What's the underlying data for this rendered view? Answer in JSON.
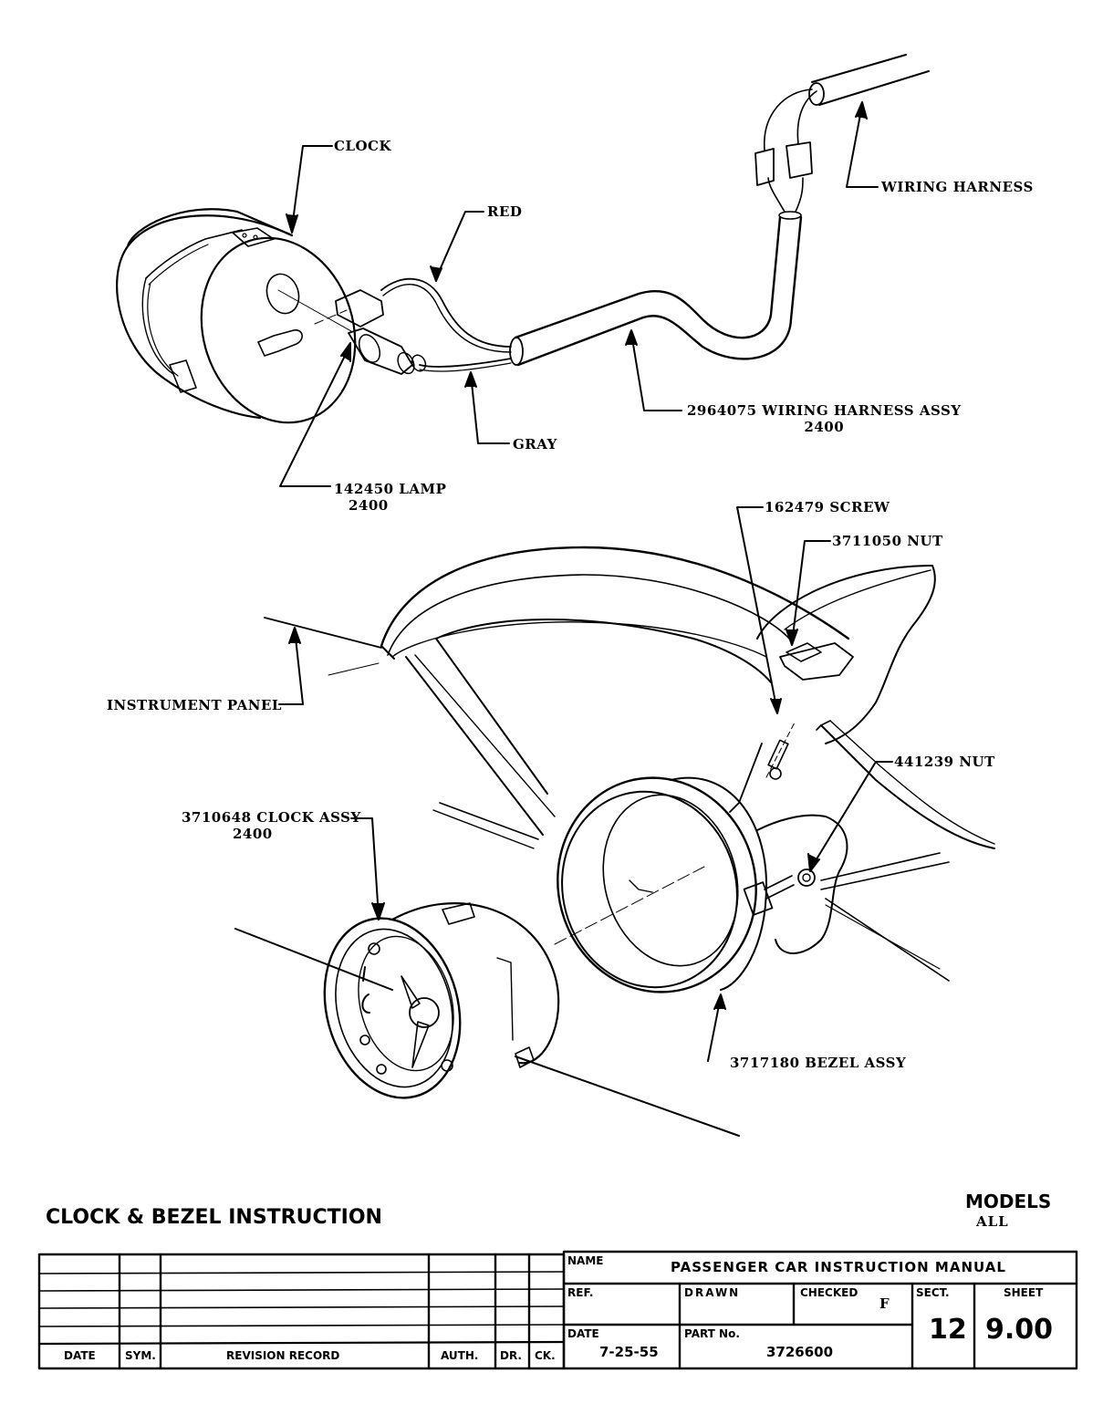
{
  "document": {
    "title": "CLOCK & BEZEL INSTRUCTION",
    "models_label": "MODELS",
    "models_value": "ALL"
  },
  "callouts": {
    "clock": "CLOCK",
    "red": "RED",
    "wiring_harness": "WIRING HARNESS",
    "wiring_harness_assy": "2964075 WIRING HARNESS ASSY",
    "wiring_harness_assy_group": "2400",
    "gray": "GRAY",
    "lamp": "142450  LAMP",
    "lamp_group": "2400",
    "screw": "162479 SCREW",
    "nut_upper": "3711050 NUT",
    "instrument_panel": "INSTRUMENT PANEL",
    "nut_lower": "441239 NUT",
    "clock_assy": "3710648 CLOCK ASSY",
    "clock_assy_group": "2400",
    "bezel_assy": "3717180  BEZEL ASSY"
  },
  "revision_table": {
    "headers": [
      "DATE",
      "SYM.",
      "REVISION RECORD",
      "AUTH.",
      "DR.",
      "CK."
    ],
    "rows": [
      [
        "",
        "",
        "",
        "",
        "",
        ""
      ],
      [
        "",
        "",
        "",
        "",
        "",
        ""
      ],
      [
        "",
        "",
        "",
        "",
        "",
        ""
      ],
      [
        "",
        "",
        "",
        "",
        "",
        ""
      ],
      [
        "",
        "",
        "",
        "",
        "",
        ""
      ]
    ]
  },
  "title_block": {
    "name_label": "NAME",
    "name_value": "PASSENGER  CAR  INSTRUCTION  MANUAL",
    "ref_label": "REF.",
    "ref_value": "",
    "drawn_label": "DRAWN",
    "drawn_value": "",
    "checked_label": "CHECKED",
    "checked_value": "F",
    "date_label": "DATE",
    "date_value": "7-25-55",
    "part_no_label": "PART No.",
    "part_no_value": "3726600",
    "sect_label": "SECT.",
    "sect_value": "12",
    "sheet_label": "SHEET",
    "sheet_value": "9.00"
  }
}
